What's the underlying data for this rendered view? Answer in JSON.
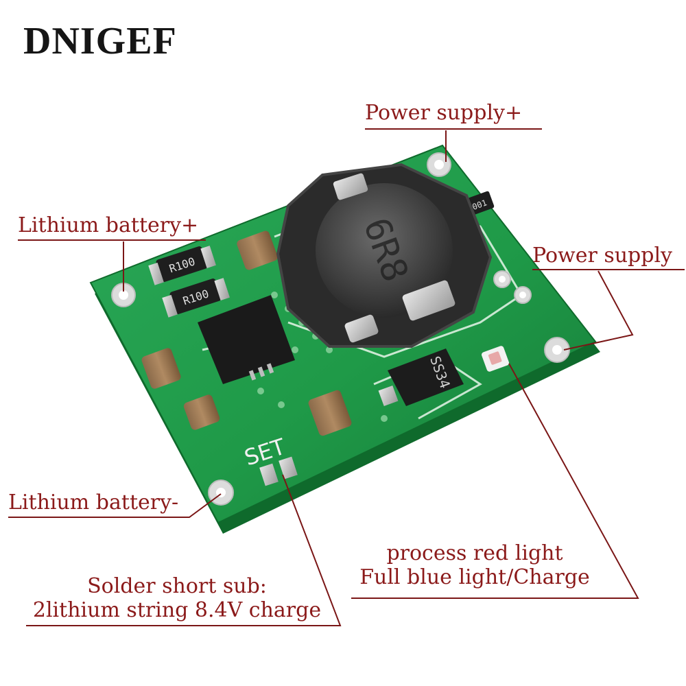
{
  "brand": "DNIGEF",
  "labels": {
    "power_supply_pos": "Power supply+",
    "power_supply": "Power supply",
    "lithium_battery_pos": "Lithium battery+",
    "lithium_battery_neg": "Lithium battery-",
    "indicator_line1": "process red light",
    "indicator_line2": "Full blue light/Charge",
    "solder_line1": "Solder short sub:",
    "solder_line2": "2lithium string 8.4V charge"
  },
  "board_markings": {
    "resistor_1": "R100",
    "resistor_2": "R100",
    "resistor_3": "1001",
    "diode": "SS34",
    "set_pad": "SET",
    "inductor": "6R8"
  },
  "colors": {
    "label_text": "#8b1a1a",
    "leader_line": "#7a1616",
    "pcb_green": "#1f9a48",
    "brand_text": "#151515"
  }
}
